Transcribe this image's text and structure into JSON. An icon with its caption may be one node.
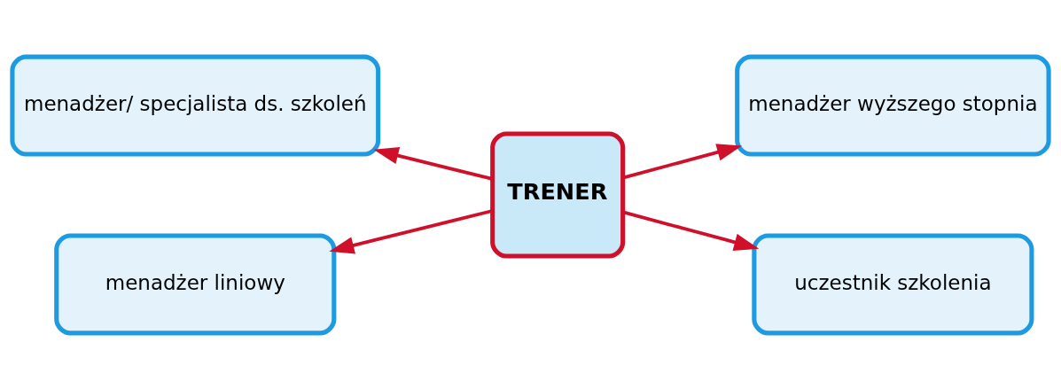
{
  "diagram": {
    "nodes": [
      {
        "text": [
          "menadżer/ specjalista ds. szkoleń"
        ]
      },
      {
        "text": [
          "menadżer wyższego stopnia"
        ]
      },
      {
        "text": [
          "TRENER"
        ]
      },
      {
        "text": [
          "menadżer liniowy"
        ]
      },
      {
        "text": [
          "uczestnik szkolenia"
        ]
      }
    ],
    "edges": [
      {
        "from": 2,
        "to": 0,
        "arrow": "to"
      },
      {
        "from": 2,
        "to": 1,
        "arrow": "to"
      },
      {
        "from": 2,
        "to": 3,
        "arrow": "to"
      },
      {
        "from": 2,
        "to": 4,
        "arrow": "to"
      }
    ]
  }
}
